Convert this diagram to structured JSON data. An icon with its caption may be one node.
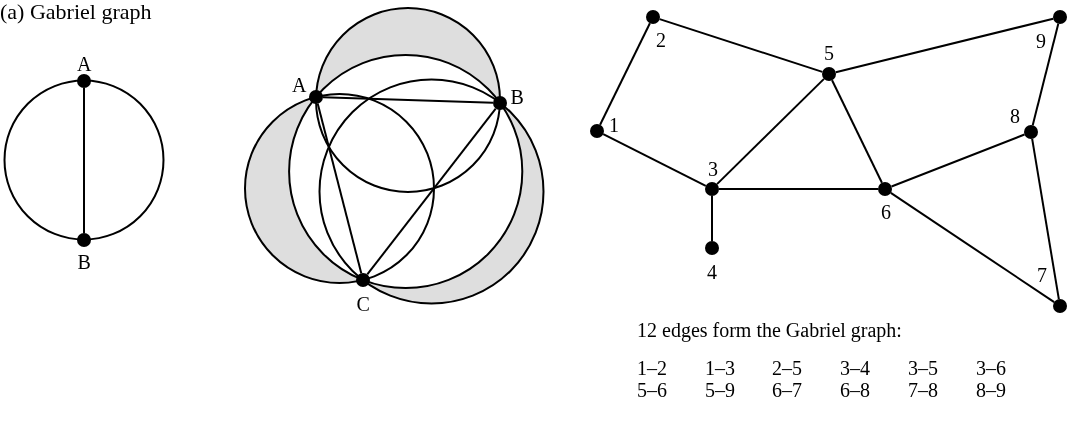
{
  "diagram": {
    "title": "(a) Gabriel graph",
    "nodes": [
      {
        "text": [],
        "shape": "circle",
        "beside": [
          "A"
        ]
      },
      {
        "text": [],
        "shape": "circle",
        "beside": [
          "B"
        ]
      },
      {
        "text": [],
        "shape": "circle",
        "beside": [
          "A"
        ]
      },
      {
        "text": [],
        "shape": "circle",
        "beside": [
          "B"
        ]
      },
      {
        "text": [],
        "shape": "circle",
        "beside": [
          "C"
        ]
      },
      {
        "text": [],
        "shape": "circle",
        "beside": [
          "1"
        ]
      },
      {
        "text": [],
        "shape": "circle",
        "beside": [
          "2"
        ]
      },
      {
        "text": [],
        "shape": "circle",
        "beside": [
          "3"
        ]
      },
      {
        "text": [],
        "shape": "circle",
        "beside": [
          "4"
        ]
      },
      {
        "text": [],
        "shape": "circle",
        "beside": [
          "5"
        ]
      },
      {
        "text": [],
        "shape": "circle",
        "beside": [
          "6"
        ]
      },
      {
        "text": [],
        "shape": "circle",
        "beside": [
          "7"
        ]
      },
      {
        "text": [],
        "shape": "circle",
        "beside": [
          "8"
        ]
      },
      {
        "text": [],
        "shape": "circle",
        "beside": [
          "9"
        ]
      }
    ],
    "edges": [
      {
        "from": 0,
        "to": 1,
        "arrow": "none"
      },
      {
        "from": 2,
        "to": 3,
        "arrow": "none"
      },
      {
        "from": 2,
        "to": 4,
        "arrow": "none"
      },
      {
        "from": 3,
        "to": 4,
        "arrow": "none"
      },
      {
        "from": 5,
        "to": 6,
        "arrow": "none"
      },
      {
        "from": 5,
        "to": 7,
        "arrow": "none"
      },
      {
        "from": 6,
        "to": 9,
        "arrow": "none"
      },
      {
        "from": 7,
        "to": 8,
        "arrow": "none"
      },
      {
        "from": 7,
        "to": 9,
        "arrow": "none"
      },
      {
        "from": 7,
        "to": 10,
        "arrow": "none"
      },
      {
        "from": 9,
        "to": 10,
        "arrow": "none"
      },
      {
        "from": 9,
        "to": 13,
        "arrow": "none"
      },
      {
        "from": 10,
        "to": 11,
        "arrow": "none"
      },
      {
        "from": 10,
        "to": 12,
        "arrow": "none"
      },
      {
        "from": 11,
        "to": 12,
        "arrow": "none"
      },
      {
        "from": 12,
        "to": 13,
        "arrow": "none"
      }
    ],
    "labels": [
      "12 edges form the Gabriel graph:",
      "1–2",
      "1–3",
      "2–5",
      "3–4",
      "3–5",
      "3–6",
      "5–6",
      "5–9",
      "6–7",
      "6–8",
      "7–8",
      "8–9"
    ]
  }
}
